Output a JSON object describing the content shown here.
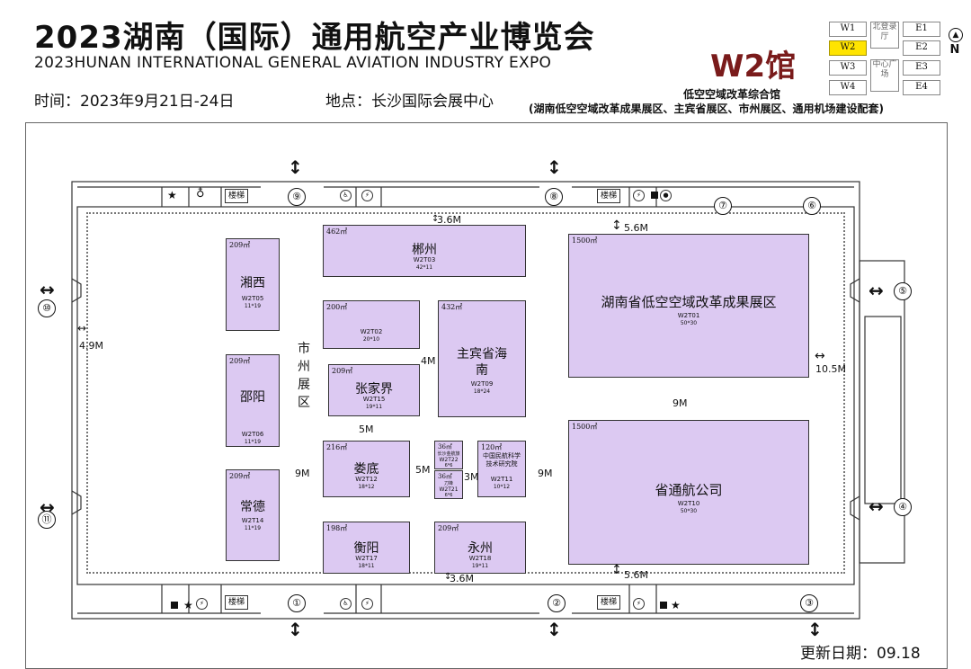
{
  "header": {
    "title_cn": "2023湖南（国际）通用航空产业博览会",
    "title_en": "2023HUNAN INTERNATIONAL GENERAL AVIATION INDUSTRY EXPO",
    "time": "时间：2023年9月21日-24日",
    "place": "地点：长沙国际会展中心",
    "hall_name": "W2馆",
    "hall_subtitle": "低空空域改革综合馆",
    "hall_description": "(湖南低空空域改革成果展区、主宾省展区、市州展区、通用机场建设配套)"
  },
  "keymap": {
    "west": [
      "W1",
      "W2",
      "W3",
      "W4"
    ],
    "east": [
      "E1",
      "E2",
      "E3",
      "E4"
    ],
    "active": "W2",
    "mid_top": "北登录厅",
    "mid_bottom": "中心广场",
    "north_label": "N"
  },
  "zone_label": "市州展区",
  "booths": [
    {
      "id": "W2T03",
      "name": "郴州",
      "area": "462㎡",
      "size": "42*11"
    },
    {
      "id": "W2T01",
      "name": "湖南省低空空域改革成果展区",
      "area": "1500㎡",
      "size": "50*30"
    },
    {
      "id": "W2T05",
      "name": "湘西",
      "area": "209㎡",
      "size": "11*19"
    },
    {
      "id": "W2T02",
      "name": "",
      "area": "200㎡",
      "size": "20*10"
    },
    {
      "id": "W2T09",
      "name": "主宾省海南",
      "area": "432㎡",
      "size": "18*24"
    },
    {
      "id": "W2T06",
      "name": "邵阳",
      "area": "209㎡",
      "size": "11*19"
    },
    {
      "id": "W2T15",
      "name": "张家界",
      "area": "209㎡",
      "size": "19*11"
    },
    {
      "id": "W2T12",
      "name": "娄底",
      "area": "216㎡",
      "size": "18*12"
    },
    {
      "id": "W2T22",
      "name": "长沙金航旅",
      "area": "36㎡",
      "size": "6*6"
    },
    {
      "id": "W2T21",
      "name": "刀锋",
      "area": "36㎡",
      "size": "6*6"
    },
    {
      "id": "W2T11",
      "name": "中国民航科学技术研究院",
      "area": "120㎡",
      "size": "10*12"
    },
    {
      "id": "W2T10",
      "name": "省通航公司",
      "area": "1500㎡",
      "size": "50*30"
    },
    {
      "id": "W2T14",
      "name": "常德",
      "area": "209㎡",
      "size": "11*19"
    },
    {
      "id": "W2T17",
      "name": "衡阳",
      "area": "198㎡",
      "size": "18*11"
    },
    {
      "id": "W2T18",
      "name": "永州",
      "area": "209㎡",
      "size": "19*11"
    }
  ],
  "dimensions": [
    "3.6M",
    "5.6M",
    "4.9M",
    "4M",
    "10.5M",
    "9M",
    "5M",
    "9M",
    "5M",
    "3M",
    "9M",
    "3.6M",
    "5.6M"
  ],
  "gates": [
    "⑨",
    "⑧",
    "⑦",
    "⑥",
    "⑤",
    "④",
    "①",
    "②",
    "③",
    "⑩",
    "⑪"
  ],
  "stairs_label": "楼梯",
  "updated": "更新日期：09.18"
}
